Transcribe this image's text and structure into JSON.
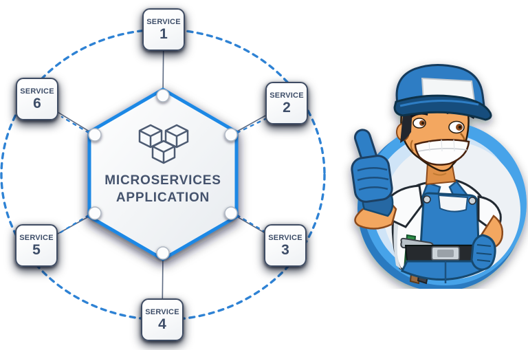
{
  "diagram": {
    "hexagon": {
      "title_line1": "MICROSERVICES",
      "title_line2": "APPLICATION",
      "icon": "cubes-icon",
      "border_color": "#1e88e5",
      "fill_top": "#ffffff",
      "fill_bottom": "#e7ebef",
      "text_color": "#45536d"
    },
    "services": [
      {
        "label": "SERVICE",
        "number": "1"
      },
      {
        "label": "SERVICE",
        "number": "2"
      },
      {
        "label": "SERVICE",
        "number": "3"
      },
      {
        "label": "SERVICE",
        "number": "4"
      },
      {
        "label": "SERVICE",
        "number": "5"
      },
      {
        "label": "SERVICE",
        "number": "6"
      }
    ],
    "colors": {
      "dashed_ring": "#2e82d4",
      "connector_line": "#5c6a82",
      "box_border": "#3f4c63",
      "box_text": "#3d4d68",
      "node_fill": "#fcfdfe",
      "node_border": "#aeb6c2",
      "cubes_outline": "#4d5b72"
    }
  },
  "mascot": {
    "name": "handyman-thumbs-up",
    "colors": {
      "ring": "#47a3e9",
      "ring_shadow": "#2a7ac0",
      "ring_inner": "#cfe4f7",
      "cap": "#2e7dc4",
      "cap_brim": "#174e7d",
      "cap_panel": "#f4f6f7",
      "skin": "#f3a761",
      "hair": "#23282e",
      "shirt": "#fafbfc",
      "overalls": "#2e7fc6",
      "glove": "#2e7fc6",
      "belt": "#26292e",
      "buckle": "#ccd3d9"
    }
  }
}
